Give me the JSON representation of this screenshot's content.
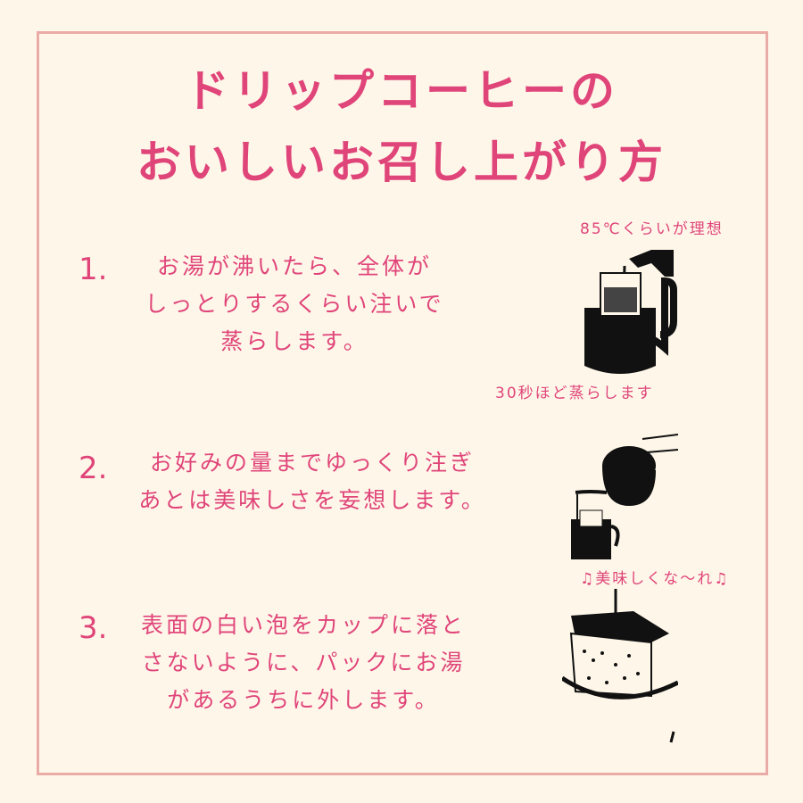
{
  "title": {
    "line1": "ドリップコーヒーの",
    "line2": "おいしいお召し上がり方"
  },
  "steps": [
    {
      "number": "1.",
      "lines": [
        "お湯が沸いたら、全体が",
        "しっとりするくらい注いで",
        "蒸らします。"
      ]
    },
    {
      "number": "2.",
      "lines": [
        "お好みの量までゆっくり注ぎ",
        "あとは美味しさを妄想します。"
      ]
    },
    {
      "number": "3.",
      "lines": [
        "表面の白い泡をカップに落と",
        "さないように、パックにお湯",
        "があるうちに外します。"
      ]
    }
  ],
  "notes": {
    "temp": "85℃くらいが理想",
    "steam": "30秒ほど蒸らします",
    "tasty": "♫美味しくな〜れ♫"
  },
  "colors": {
    "accent": "#e0457a",
    "border": "#eaaaa6",
    "background": "#fef7e9"
  }
}
